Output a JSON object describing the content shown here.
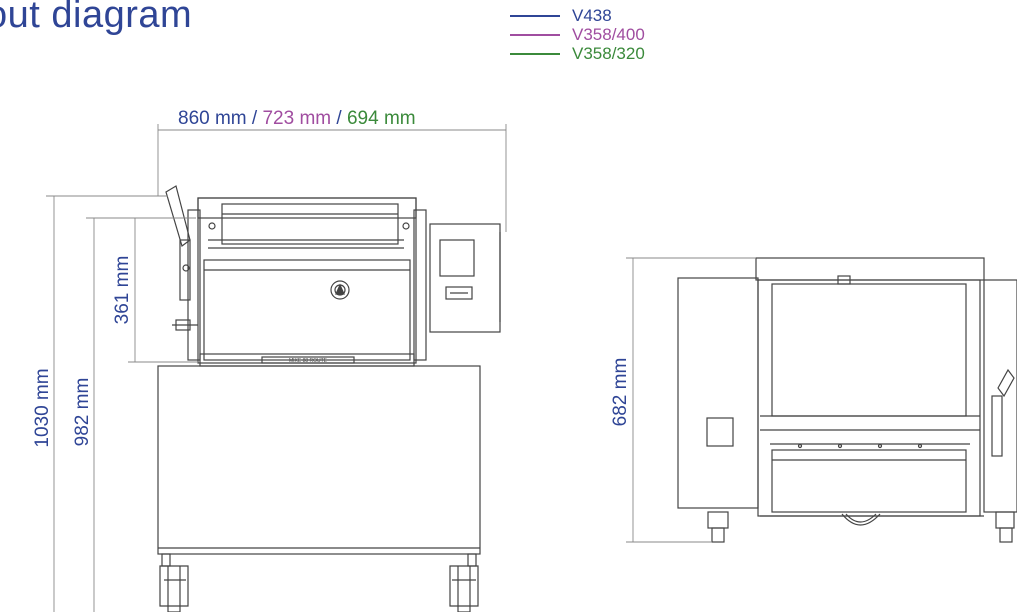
{
  "title": "out diagram",
  "legend": [
    {
      "label": "V438",
      "color": "#2f4596"
    },
    {
      "label": "V358/400",
      "color": "#a04da0"
    },
    {
      "label": "V358/320",
      "color": "#3b8a3b"
    }
  ],
  "front_view": {
    "width_dims": [
      {
        "text": "860 mm",
        "color": "#2f4596"
      },
      {
        "text": " / ",
        "color": "#2f4596"
      },
      {
        "text": "723 mm",
        "color": "#a04da0"
      },
      {
        "text": " / ",
        "color": "#2f4596"
      },
      {
        "text": "694 mm",
        "color": "#3b8a3b"
      }
    ],
    "height_total": "1030 mm",
    "height_body": "982 mm",
    "height_bowl": "361 mm",
    "nameplate": "MIXE 88 ROUTE"
  },
  "side_view": {
    "height": "682 mm"
  }
}
